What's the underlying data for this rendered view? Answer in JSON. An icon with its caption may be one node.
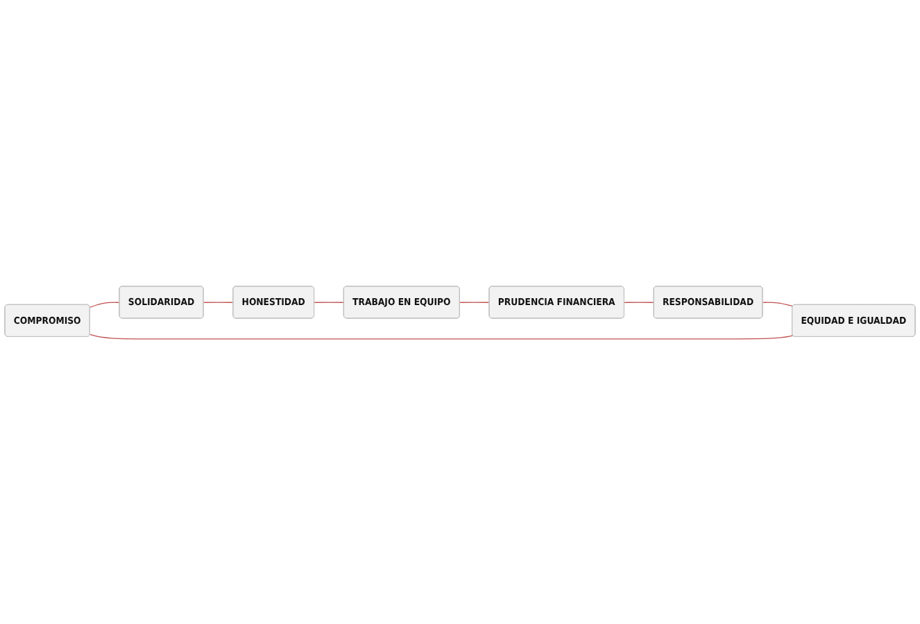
{
  "diagram": {
    "nodes": [
      {
        "text": [
          "COMPROMISO"
        ]
      },
      {
        "text": [
          "SOLIDARIDAD"
        ]
      },
      {
        "text": [
          "HONESTIDAD"
        ]
      },
      {
        "text": [
          "TRABAJO EN EQUIPO"
        ]
      },
      {
        "text": [
          "PRUDENCIA FINANCIERA"
        ]
      },
      {
        "text": [
          "RESPONSABILIDAD"
        ]
      },
      {
        "text": [
          "EQUIDAD E IGUALDAD"
        ]
      }
    ],
    "edges": [
      {
        "from": 0,
        "to": 1,
        "arrow": "none"
      },
      {
        "from": 1,
        "to": 2,
        "arrow": "none"
      },
      {
        "from": 2,
        "to": 3,
        "arrow": "none"
      },
      {
        "from": 3,
        "to": 4,
        "arrow": "none"
      },
      {
        "from": 4,
        "to": 5,
        "arrow": "none"
      },
      {
        "from": 5,
        "to": 6,
        "arrow": "none"
      },
      {
        "from": 6,
        "to": 0,
        "arrow": "none"
      }
    ]
  }
}
